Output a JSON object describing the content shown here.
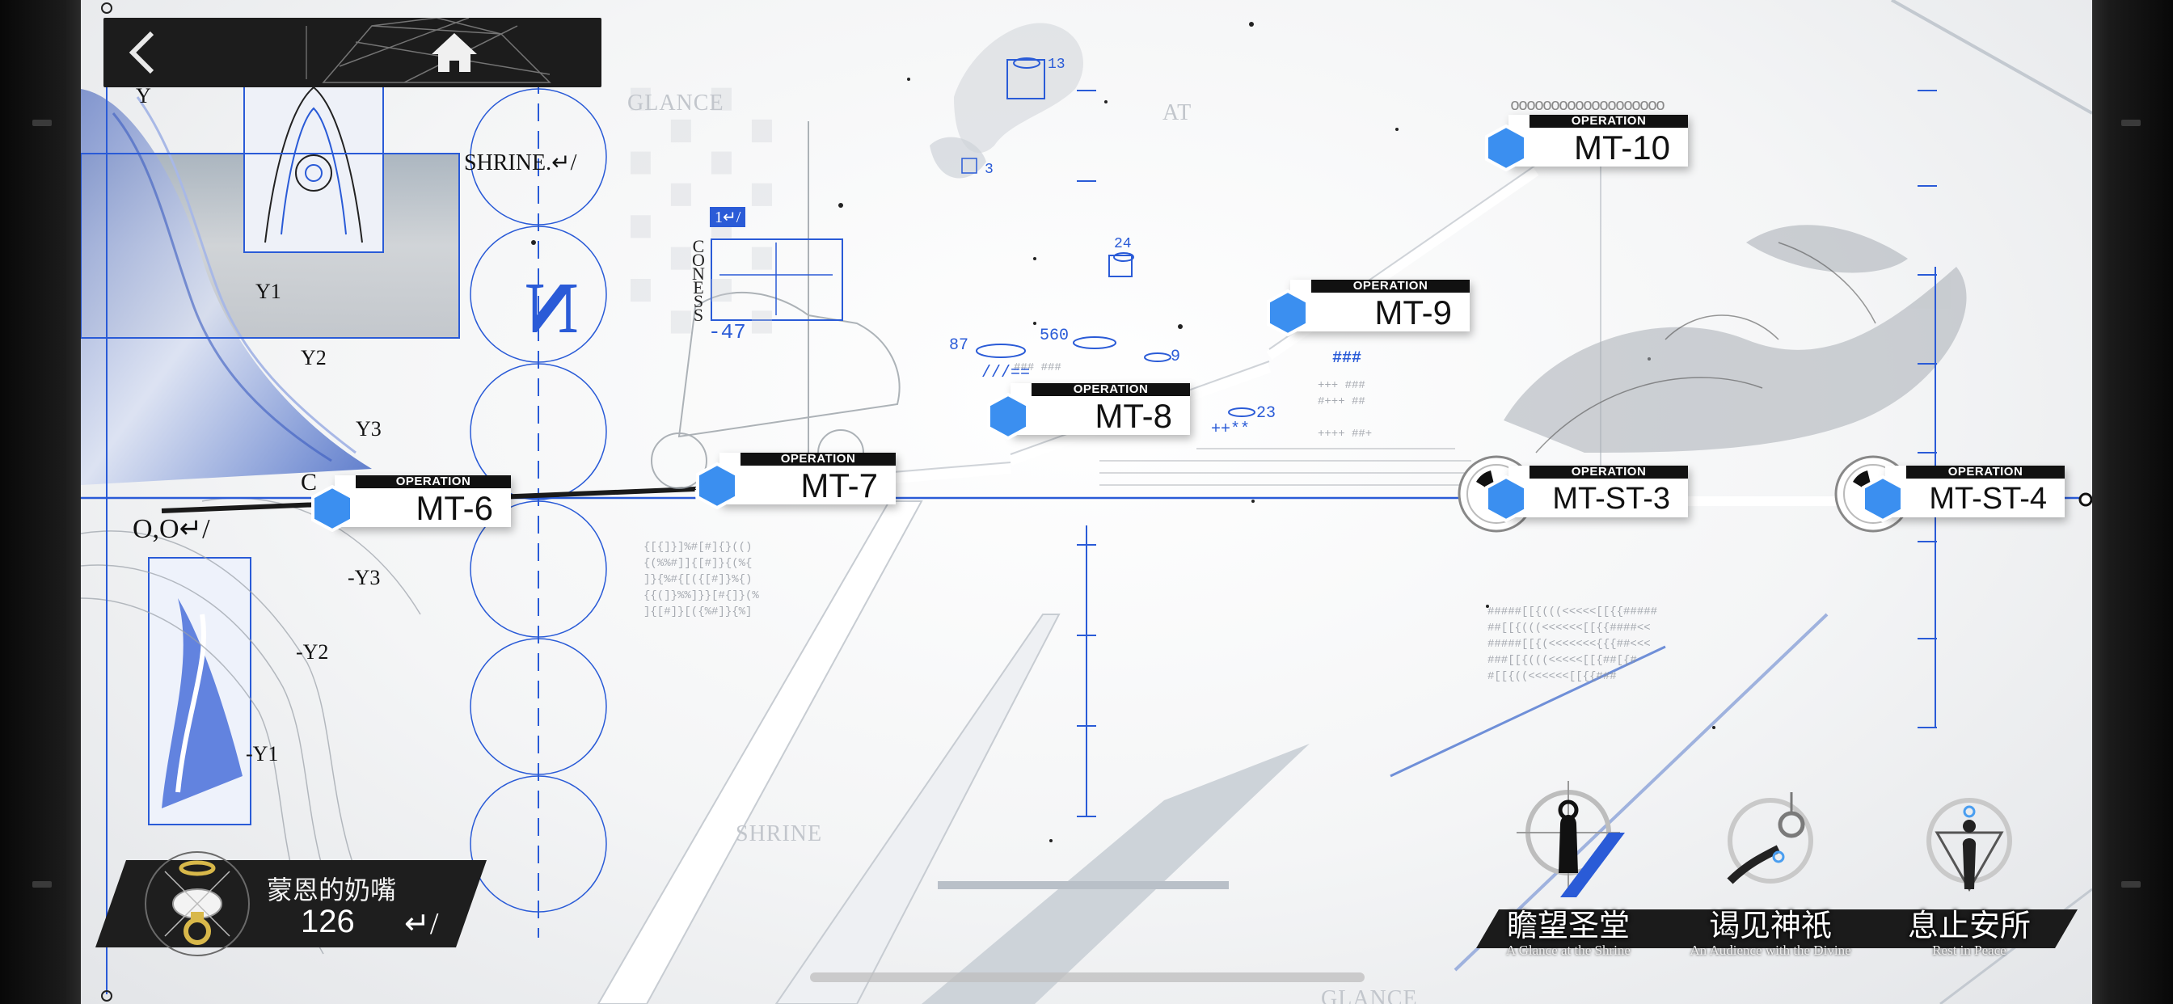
{
  "nav": {
    "back_icon": "chevron-left-icon",
    "home_icon": "home-icon"
  },
  "stages": [
    {
      "id": "mt6",
      "label": "OPERATION",
      "code": "MT-6"
    },
    {
      "id": "mt7",
      "label": "OPERATION",
      "code": "MT-7"
    },
    {
      "id": "mt8",
      "label": "OPERATION",
      "code": "MT-8"
    },
    {
      "id": "mt9",
      "label": "OPERATION",
      "code": "MT-9"
    },
    {
      "id": "mt10",
      "label": "OPERATION",
      "code": "MT-10"
    },
    {
      "id": "mtst3",
      "label": "OPERATION",
      "code": "MT-ST-3"
    },
    {
      "id": "mtst4",
      "label": "OPERATION",
      "code": "MT-ST-4"
    }
  ],
  "map_text": {
    "glance_top": "GLANCE",
    "at": "AT",
    "shrine_bottom": "SHRINE",
    "glance_bottom": "GLANCE",
    "shrine_label": "SHRINE.↵/",
    "inverted_letter": "N",
    "coord": "O,O↵/",
    "tag_1": "1↵/",
    "cones": [
      "C",
      "O",
      "N",
      "E",
      "S",
      "S"
    ],
    "minus47": "-47",
    "n13": "13",
    "n3": "3",
    "n24": "24",
    "n87": "87",
    "n560": "560",
    "n9": "9",
    "n23": "23",
    "hashes": "###",
    "slashes": "///==",
    "plus_stars": "++**",
    "axis_upper": [
      "Y",
      "Y1",
      "Y2",
      "Y3"
    ],
    "axis_lower": [
      "-Y3",
      "-Y2",
      "-Y1"
    ],
    "c_mark": "C",
    "zeros": "ooooooooooooooooooo"
  },
  "player": {
    "name": "蒙恩的奶嘴",
    "level": "126",
    "return_glyph": "↵/",
    "icon": "pacifier-halo-icon"
  },
  "menu": [
    {
      "id": "glance",
      "title": "瞻望圣堂",
      "subtitle": "A Glance at the Shrine",
      "icon": "shrine-figure-icon"
    },
    {
      "id": "audience",
      "title": "谒见神祇",
      "subtitle": "An Audience with the Divine",
      "icon": "divine-hand-icon"
    },
    {
      "id": "rest",
      "title": "息止安所",
      "subtitle": "Rest in Peace",
      "icon": "rest-figure-icon"
    }
  ],
  "colors": {
    "accent_blue": "#2a5bd7",
    "hex_blue": "#3b8ff0",
    "panel_dark": "#1c1c1c",
    "map_white": "#f4f5f6"
  }
}
